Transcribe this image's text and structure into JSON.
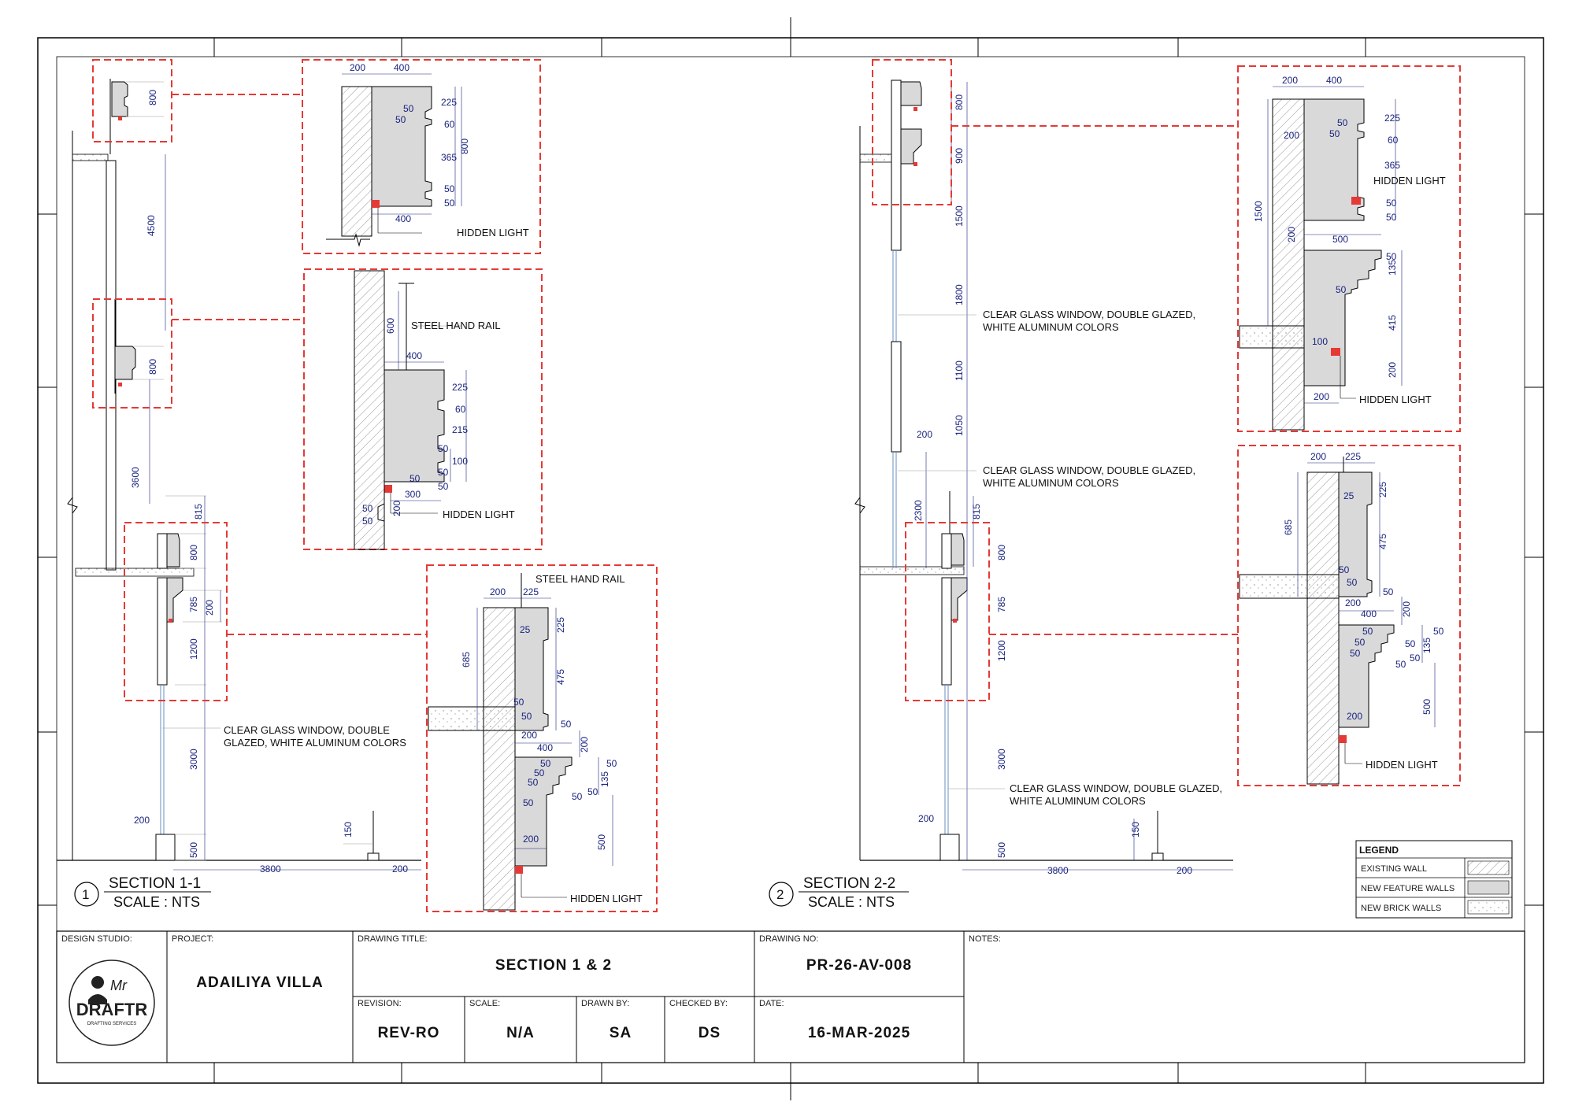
{
  "sections": [
    {
      "number": "1",
      "title": "SECTION 1-1",
      "scale": "SCALE : NTS",
      "main_dims": [
        "4500",
        "3600",
        "815",
        "800",
        "785",
        "200",
        "1200",
        "3000",
        "200",
        "500",
        "150",
        "3800",
        "200"
      ],
      "window_note_line1": "CLEAR GLASS WINDOW, DOUBLE",
      "window_note_line2": "GLAZED, WHITE ALUMINUM COLORS",
      "detail_top": {
        "dims": [
          "200",
          "400",
          "225",
          "50",
          "50",
          "60",
          "800",
          "365",
          "50",
          "50",
          "400"
        ],
        "hidden_light": "HIDDEN LIGHT"
      },
      "detail_mid": {
        "dims": [
          "600",
          "400",
          "225",
          "60",
          "215",
          "50",
          "100",
          "50",
          "50",
          "50",
          "300",
          "200",
          "50",
          "50"
        ],
        "rail": "STEEL HAND RAIL",
        "hidden_light": "HIDDEN LIGHT"
      },
      "detail_bottom": {
        "dims": [
          "200",
          "225",
          "25",
          "225",
          "685",
          "475",
          "50",
          "50",
          "50",
          "200",
          "400",
          "200",
          "50",
          "50",
          "50",
          "50",
          "135",
          "50",
          "50",
          "50",
          "200",
          "500"
        ],
        "rail": "STEEL HAND RAIL",
        "hidden_light": "HIDDEN LIGHT"
      }
    },
    {
      "number": "2",
      "title": "SECTION 2-2",
      "scale": "SCALE : NTS",
      "main_dims": [
        "800",
        "900",
        "1500",
        "1800",
        "1100",
        "1050",
        "200",
        "2300",
        "815",
        "800",
        "785",
        "1200",
        "3000",
        "200",
        "500",
        "150",
        "3800",
        "200"
      ],
      "window_note_a1": "CLEAR GLASS WINDOW, DOUBLE GLAZED,",
      "window_note_a2": "WHITE ALUMINUM COLORS",
      "window_note_b1": "CLEAR GLASS WINDOW, DOUBLE GLAZED,",
      "window_note_b2": "WHITE ALUMINUM COLORS",
      "window_note_c1": "CLEAR GLASS WINDOW, DOUBLE GLAZED,",
      "window_note_c2": "WHITE ALUMINUM COLORS",
      "detail_top": {
        "dims": [
          "200",
          "400",
          "225",
          "50",
          "50",
          "60",
          "200",
          "365",
          "1500",
          "50",
          "50",
          "200",
          "500",
          "50",
          "135",
          "50",
          "415",
          "100",
          "200",
          "200"
        ],
        "hidden_light_1": "HIDDEN LIGHT",
        "hidden_light_2": "HIDDEN LIGHT"
      },
      "detail_bottom": {
        "dims": [
          "200",
          "225",
          "25",
          "225",
          "685",
          "475",
          "50",
          "50",
          "200",
          "400",
          "200",
          "50",
          "50",
          "50",
          "135",
          "50",
          "50",
          "50",
          "500",
          "200"
        ],
        "hidden_light": "HIDDEN LIGHT"
      }
    }
  ],
  "legend": {
    "title": "LEGEND",
    "items": [
      "EXISTING WALL",
      "NEW FEATURE WALLS",
      "NEW BRICK WALLS"
    ]
  },
  "title_block": {
    "design_studio_label": "DESIGN STUDIO:",
    "project_label": "PROJECT:",
    "project": "ADAILIYA VILLA",
    "drawing_title_label": "DRAWING TITLE:",
    "drawing_title": "SECTION 1 & 2",
    "drawing_no_label": "DRAWING NO:",
    "drawing_no": "PR-26-AV-008",
    "notes_label": "NOTES:",
    "revision_label": "REVISION:",
    "revision": "REV-RO",
    "scale_label": "SCALE:",
    "scale": "N/A",
    "drawn_by_label": "DRAWN BY:",
    "drawn_by": "SA",
    "checked_by_label": "CHECKED BY:",
    "checked_by": "DS",
    "date_label": "DATE:",
    "date": "16-MAR-2025",
    "logo_top": "Mr",
    "logo_main": "DRAFTR",
    "logo_sub": "DRAFTING SERVICES"
  },
  "colors": {
    "detail_frame": "#e53935",
    "dimension": "#1a237e",
    "hidden_light": "#e53935",
    "feature_fill": "#d9d9d9"
  }
}
